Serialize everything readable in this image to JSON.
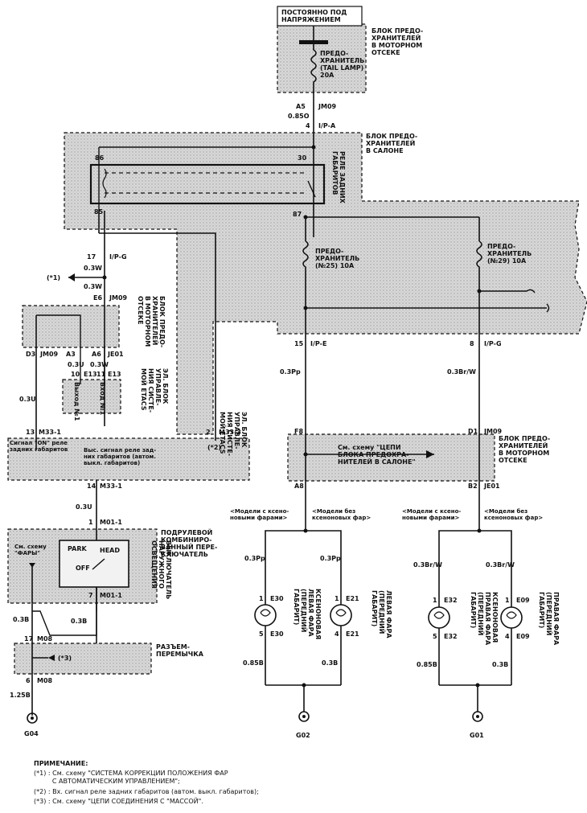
{
  "top_box": "ПОСТОЯННО ПОД\nНАПРЯЖЕНИЕМ",
  "blocks": {
    "engine_fuse_block_top": "БЛОК ПРЕДО-\nХРАНИТЕЛЕЙ\nВ МОТОРНОМ\nОТСЕКЕ",
    "cabin_fuse_block": "БЛОК ПРЕДО-\nХРАНИТЕЛЕЙ\nВ САЛОНЕ",
    "engine_fuse_block_left": "БЛОК ПРЕДО-\nХРАНИТЕЛЕЙ\nВ МОТОРНОМ\nОТСЕКЕ",
    "engine_fuse_block_right": "БЛОК ПРЕДО-\nХРАНИТЕЛЕЙ\nВ МОТОРНОМ\nОТСЕКЕ",
    "etacs_unit_1": "ЭЛ. БЛОК\nУПРАВЛЕ-\nНИЯ СИСТЕ-\nМОЙ ETACS",
    "etacs_unit_2": "ЭЛ. БЛОК\nУПРАВЛЕ-\nНИЯ СИСТЕ-\nМОЙ ETACS",
    "combo_switch": "ПОДРУЛЕВОЙ\nКОМБИНИРО-\nВАННЫЙ ПЕРЕ-\nКЛЮЧАТЕЛЬ",
    "light_switch": "ВЫКЛЮЧАТЕЛЬ\nНАРУЖНОГО\nОСВЕЩЕНИЯ",
    "jumper": "РАЗЪЕМ-\nПЕРЕМЫЧКА",
    "relay": "РЕЛЕ ЗАДНИХ\nГАБАРИТОВ"
  },
  "fuses": {
    "tail_lamp": "ПРЕДО-\nХРАНИТЕЛЬ\n(TAIL LAMP)\n20A",
    "f25": "ПРЕДО-\nХРАНИТЕЛЬ\n(№25) 10A",
    "f29": "ПРЕДО-\nХРАНИТЕЛЬ\n(№29) 10A"
  },
  "connectors": {
    "a5": "A5",
    "jm09_top": "JM09",
    "w085": "0.85O",
    "n4": "4",
    "ipa": "I/P-A",
    "n86": "86",
    "n30": "30",
    "n85": "85",
    "n87": "87",
    "n17": "17",
    "ipg_left": "I/P-G",
    "w03w_a": "0.3W",
    "ref1": "(*1)",
    "w03w_b": "0.3W",
    "e6": "E6",
    "jm09_mid": "JM09",
    "d3": "D3",
    "jm09_l": "JM09",
    "a3": "A3",
    "a6": "A6",
    "je01_l": "JE01",
    "w03u_a": "0.3U",
    "w03w_c": "0.3W",
    "n10": "10",
    "e13a": "E13",
    "n11": "11",
    "e13b": "E13",
    "out_pin": "Выход №1",
    "in_pin": "Вход №1",
    "w03u_b": "0.3U",
    "n13": "13",
    "m331": "M33-1",
    "n2": "2",
    "m333": "M33-3",
    "ref2": "(*2)",
    "n14": "14",
    "m331b": "M33-1",
    "w03u_c": "0.3U",
    "n1": "1",
    "m011": "M01-1",
    "n7": "7",
    "m011b": "M01-1",
    "w03b_a": "0.3B",
    "w03b_b": "0.3B",
    "n17b": "17",
    "m08a": "M08",
    "ref3": "(*3)",
    "n6": "6",
    "m08b": "M08",
    "w125b": "1.25B",
    "n15": "15",
    "ipe": "I/P-E",
    "n8": "8",
    "ipg_right": "I/P-G",
    "w03pp_a": "0.3Pp",
    "w03brw_a": "0.3Br/W",
    "f8": "F8",
    "d1": "D1",
    "jm09_r": "JM09",
    "a8": "A8",
    "b2": "B2",
    "je01_r": "JE01"
  },
  "signals": {
    "on_signal": "Сигнал \"ON\" реле\nзадних габаритов",
    "high_signal": "Выс. сигнал реле зад-\nних габаритов (автом.\nвыкл. габаритов)",
    "cabin_ref": "См. схему \"ЦЕПИ\nБЛОКА ПРЕДОХРА-\nНИТЕЛЕЙ В САЛОНЕ\"",
    "headlights_ref": "См. схему\n\"ФАРЫ\"",
    "park": "PARK",
    "head": "HEAD",
    "off": "OFF"
  },
  "models": {
    "xenon_l": "<Модели с ксено-\nновыми фарами>",
    "noxenon_l": "<Модели без\nксеноновых фар>",
    "xenon_r": "<Модели с ксено-\nновыми фарами>",
    "noxenon_r": "<Модели без\nксеноновых фар>"
  },
  "lamps": {
    "l1": {
      "wire_top": "0.3Pp",
      "pin_top": "1",
      "conn_top": "E30",
      "pin_bot": "5",
      "conn_bot": "E30",
      "wire_bot": "0.85B",
      "name": "КСЕНОНОВАЯ\nЛЕВАЯ ФАРА\n(ПЕРЕДНИЙ\nГАБАРИТ)"
    },
    "l2": {
      "wire_top": "0.3Pp",
      "pin_top": "1",
      "conn_top": "E21",
      "pin_bot": "4",
      "conn_bot": "E21",
      "wire_bot": "0.3B",
      "name": "ЛЕВАЯ ФАРА\n(ПЕРЕДНИЙ\nГАБАРИТ)"
    },
    "r1": {
      "wire_top": "0.3Br/W",
      "pin_top": "1",
      "conn_top": "E32",
      "pin_bot": "5",
      "conn_bot": "E32",
      "wire_bot": "0.85B",
      "name": "КСЕНОНОВАЯ\nПРАВАЯ ФАРА\n(ПЕРЕДНИЙ\nГАБАРИТ)"
    },
    "r2": {
      "wire_top": "0.3Br/W",
      "pin_top": "1",
      "conn_top": "E09",
      "pin_bot": "4",
      "conn_bot": "E09",
      "wire_bot": "0.3B",
      "name": "ПРАВАЯ ФАРА\n(ПЕРЕДНИЙ\nГАБАРИТ)"
    }
  },
  "grounds": {
    "g04": "G04",
    "g02": "G02",
    "g01": "G01"
  },
  "notes": {
    "title": "ПРИМЕЧАНИЕ:",
    "n1": "(*1) : См. схему \"СИСТЕМА КОРРЕКЦИИ ПОЛОЖЕНИЯ ФАР\n         С АВТОМАТИЧЕСКИМ УПРАВЛЕНИЕМ\";",
    "n2": "(*2) : Вх. сигнал реле задних габаритов (автом. выкл. габаритов);",
    "n3": "(*3) : См. схему \"ЦЕПИ СОЕДИНЕНИЯ С \"МАССОЙ\"."
  }
}
